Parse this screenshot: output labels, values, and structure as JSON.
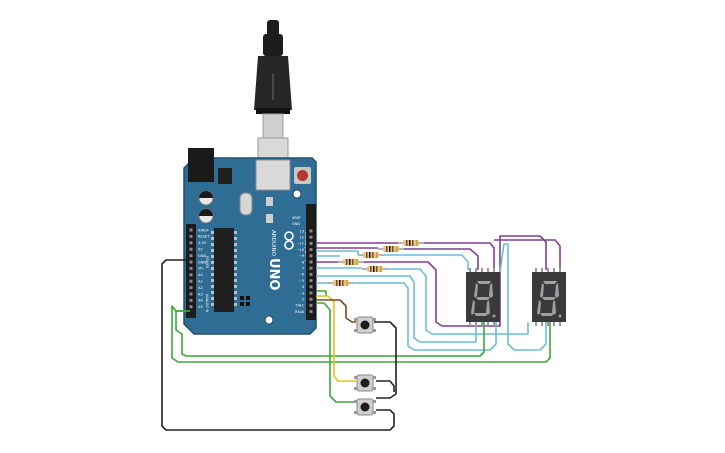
{
  "board": {
    "brand": "ARDUINO",
    "model": "UNO",
    "aref_label": "AREF",
    "gnd_label": "GND",
    "digital_label": "DIGITAL (PWM~)",
    "digital_pins": [
      "13",
      "12",
      "~11",
      "~10",
      "~9",
      "8",
      "7",
      "~6",
      "~5",
      "4",
      "~3",
      "2",
      "TX▸1",
      "RX◂0"
    ],
    "power_label": "POWER",
    "power_pins": [
      "IOREF",
      "RESET",
      "3.3V",
      "5V",
      "GND",
      "GND",
      "Vin"
    ],
    "analog_label": "ANALOG IN",
    "analog_pins": [
      "A0",
      "A1",
      "A2",
      "A3",
      "A4",
      "A5"
    ]
  },
  "colors": {
    "board": "#2f6d94",
    "wire_purple": "#7e3f98",
    "wire_lightblue": "#6fbcd6",
    "wire_green": "#3aa935",
    "wire_black": "#222222",
    "wire_yellow": "#e2c21a",
    "wire_brown": "#7a4a26",
    "display_body": "#3a3a3a",
    "resistor_body": "#e3c48f"
  },
  "components": {
    "resistors": 6,
    "seven_segment_displays": 2,
    "pushbuttons": 3
  }
}
